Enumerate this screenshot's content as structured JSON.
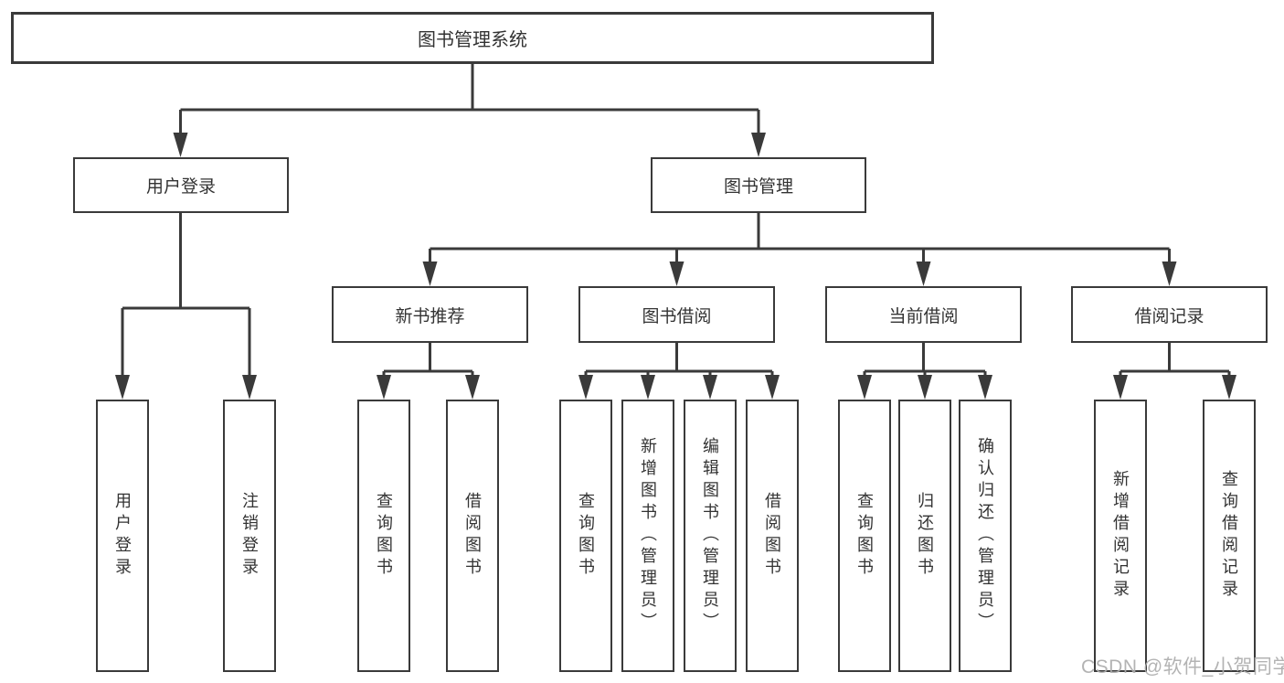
{
  "diagram_title": "图书管理系统",
  "tree": {
    "root": {
      "label": "图书管理系统",
      "children": [
        {
          "label": "用户登录",
          "children": [
            {
              "label": "用户登录"
            },
            {
              "label": "注销登录"
            }
          ]
        },
        {
          "label": "图书管理",
          "children": [
            {
              "label": "新书推荐",
              "children": [
                {
                  "label": "查询图书"
                },
                {
                  "label": "借阅图书"
                }
              ]
            },
            {
              "label": "图书借阅",
              "children": [
                {
                  "label": "查询图书"
                },
                {
                  "label": "新增图书（管理员）"
                },
                {
                  "label": "编辑图书（管理员）"
                },
                {
                  "label": "借阅图书"
                }
              ]
            },
            {
              "label": "当前借阅",
              "children": [
                {
                  "label": "查询图书"
                },
                {
                  "label": "归还图书"
                },
                {
                  "label": "确认归还（管理员）"
                }
              ]
            },
            {
              "label": "借阅记录",
              "children": [
                {
                  "label": "新增借阅记录"
                },
                {
                  "label": "查询借阅记录"
                }
              ]
            }
          ]
        }
      ]
    }
  },
  "watermark": {
    "text": "CSDN @软件_小贺同学"
  },
  "colors": {
    "line": "#3a3a3a",
    "box_border": "#3a3a3a",
    "text": "#333333",
    "background": "#ffffff",
    "watermark": "#acacac"
  }
}
